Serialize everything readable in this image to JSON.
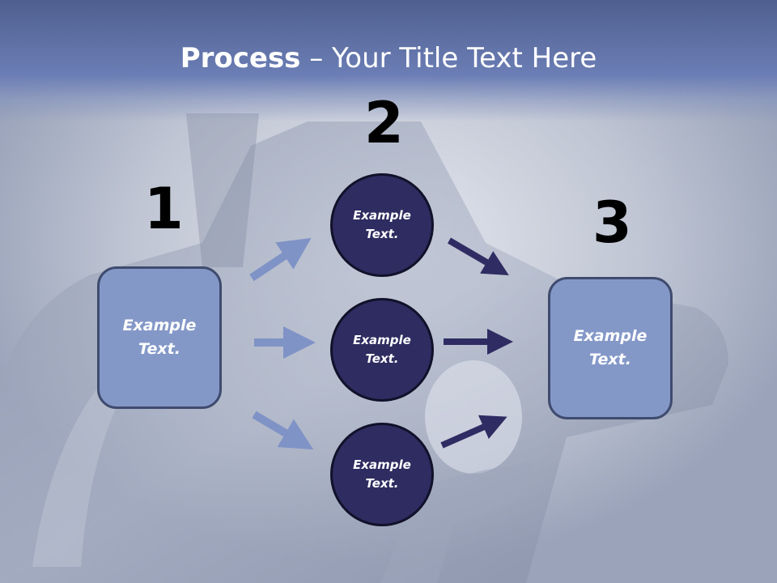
{
  "title": {
    "bold": "Process",
    "rest": " – Your Title Text Here"
  },
  "steps": [
    {
      "number": "1"
    },
    {
      "number": "2"
    },
    {
      "number": "3"
    }
  ],
  "left_box": {
    "line1": "Example",
    "line2": "Text."
  },
  "right_box": {
    "line1": "Example",
    "line2": "Text."
  },
  "circles": [
    {
      "line1": "Example",
      "line2": "Text."
    },
    {
      "line1": "Example",
      "line2": "Text."
    },
    {
      "line1": "Example",
      "line2": "Text."
    }
  ],
  "colors": {
    "title_band": "#6b7eb5",
    "box_fill": "#8498c8",
    "box_border": "#3f4b6e",
    "circle_fill": "#2e2c60",
    "arrow_light": "#7f93c6",
    "arrow_dark": "#2f2c63"
  }
}
